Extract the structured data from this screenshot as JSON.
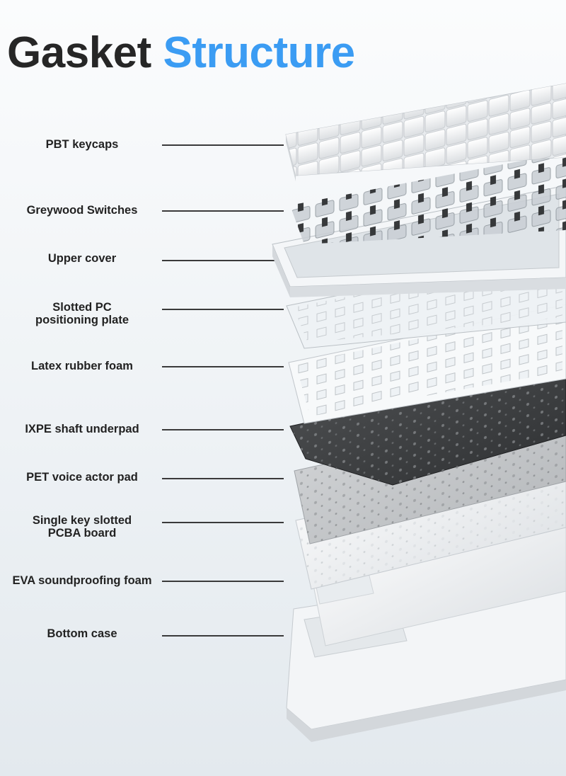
{
  "title": {
    "word1": "Gasket",
    "word2": "Structure"
  },
  "colors": {
    "accent": "#3b9cf3",
    "text": "#222222",
    "leader_line": "#3a3a3a"
  },
  "layers": [
    {
      "id": "keycaps",
      "label": "PBT keycaps"
    },
    {
      "id": "switches",
      "label": "Greywood  Switches"
    },
    {
      "id": "upper-cover",
      "label": "Upper cover"
    },
    {
      "id": "plate",
      "label": "Slotted PC\npositioning plate"
    },
    {
      "id": "latex-foam",
      "label": "Latex rubber foam"
    },
    {
      "id": "ixpe-pad",
      "label": "IXPE shaft underpad"
    },
    {
      "id": "pet-pad",
      "label": "PET voice actor pad"
    },
    {
      "id": "pcba",
      "label": "Single key slotted\nPCBA board"
    },
    {
      "id": "eva-foam",
      "label": "EVA soundproofing foam"
    },
    {
      "id": "bottom-case",
      "label": "Bottom case"
    }
  ]
}
